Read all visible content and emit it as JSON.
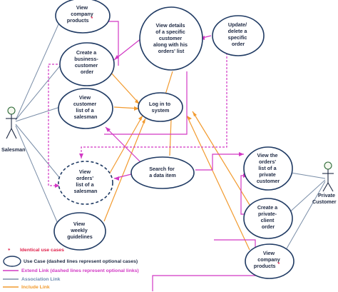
{
  "colors": {
    "use_case_stroke": "#1f3a63",
    "use_case_fill": "#ffffff",
    "association": "#7a8ea8",
    "include": "#f29a2e",
    "extend": "#d238c4",
    "star": "#e0204a",
    "text": "#1f2a44"
  },
  "actors": {
    "salesman": {
      "label": "Salesman"
    },
    "private_customer": {
      "label_line1": "Private",
      "label_line2": "Customer"
    }
  },
  "use_cases": {
    "view_products_salesman": {
      "lines": [
        "View",
        "company",
        "products"
      ],
      "star": "*"
    },
    "create_business_order": {
      "lines": [
        "Create a",
        "business-",
        "customer",
        "order"
      ]
    },
    "view_customer_list": {
      "lines": [
        "View",
        "customer",
        "list of a",
        "salesman"
      ]
    },
    "view_orders_salesman": {
      "lines": [
        "View",
        "orders'",
        "list of a",
        "salesman"
      ]
    },
    "view_guidelines": {
      "lines": [
        "View",
        "weekly",
        "guidelines"
      ]
    },
    "view_customer_details": {
      "lines": [
        "View details",
        "of a specific",
        "customer",
        "along with his",
        "orders' list"
      ]
    },
    "update_delete_order": {
      "lines": [
        "Update/",
        "delete a",
        "specific",
        "order"
      ]
    },
    "log_in": {
      "lines": [
        "Log in to",
        "system"
      ]
    },
    "search_item": {
      "lines": [
        "Search for",
        "a data item"
      ]
    },
    "view_orders_private": {
      "lines": [
        "View the",
        "orders'",
        "list of a",
        "private",
        "customer"
      ]
    },
    "create_private_order": {
      "lines": [
        "Create a",
        "private-",
        "client",
        "order"
      ]
    },
    "view_products_private": {
      "lines": [
        "View",
        "company",
        "products"
      ],
      "star": "*"
    }
  },
  "legend": {
    "star_symbol": "*",
    "identical": "Identical use cases",
    "use_case": "Use Case (dashed lines represent optional  cases)",
    "extend": "Extend Link  (dashed lines represent optional links)",
    "association": "Association  Link",
    "include": "Include Link"
  }
}
